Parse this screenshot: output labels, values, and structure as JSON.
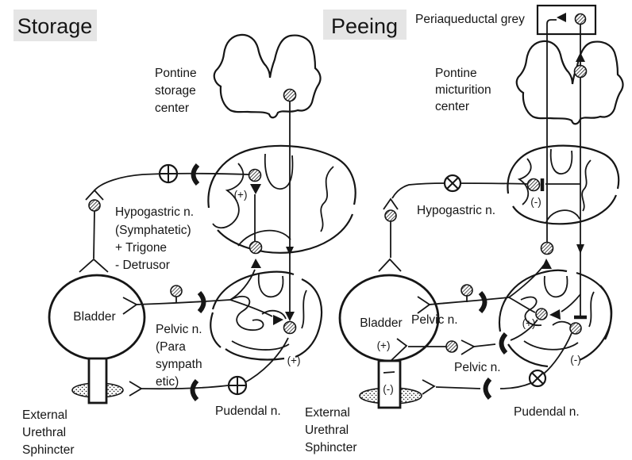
{
  "colors": {
    "ink": "#161616",
    "background": "#ffffff",
    "panel_label_background": "#e5e5e5"
  },
  "storage": {
    "title": "Storage",
    "pontine": {
      "l1": "Pontine",
      "l2": "storage",
      "l3": "center"
    },
    "hypogastric": {
      "l1": "Hypogastric n.",
      "l2": "(Symphatetic)",
      "l3": "+ Trigone",
      "l4": "- Detrusor"
    },
    "pelvic": {
      "l1": "Pelvic n.",
      "l2": "(Para",
      "l3": "sympath",
      "l4": "etic)"
    },
    "pudendal": "Pudendal n.",
    "bladder": "Bladder",
    "sphincter": {
      "l1": "External",
      "l2": "Urethral",
      "l3": "Sphincter"
    },
    "signs": {
      "thoracolumbar": "(+)",
      "sacral": "(+)"
    }
  },
  "peeing": {
    "title": "Peeing",
    "periaqueductal": "Periaqueductal grey",
    "pontine": {
      "l1": "Pontine",
      "l2": "micturition",
      "l3": "center"
    },
    "hypogastric": "Hypogastric n.",
    "pelvic_afferent": "Pelvic n.",
    "pelvic_efferent": "Pelvic n.",
    "pudendal": "Pudendal n.",
    "bladder": "Bladder",
    "sphincter": {
      "l1": "External",
      "l2": "Urethral",
      "l3": "Sphincter"
    },
    "signs": {
      "thoracolumbar": "(-)",
      "sacral_detrusor": "(+)",
      "sacral_sphincter": "(-)",
      "bladder_wall": "(+)",
      "urethra": "(-)"
    }
  },
  "symbols": {
    "neuron_soma_icon": "hatched-circle",
    "excitatory_synapse_icon": "solid-triangle",
    "inhibitory_synapse_icon": "T-bar",
    "facilitated_junction_icon": "circled-plus",
    "inhibited_junction_icon": "circled-cross",
    "conduction_direction_icon": "thick-chevron",
    "nerve_ending_icon": "y-fork"
  }
}
